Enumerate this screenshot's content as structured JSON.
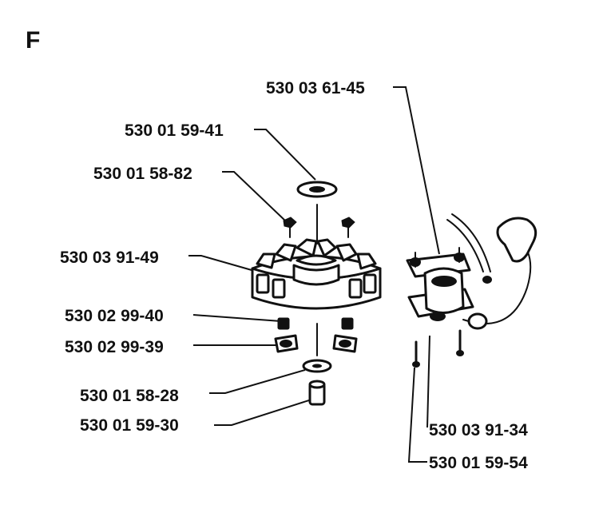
{
  "section_letter": "F",
  "part_numbers": {
    "p1": "530 03 61-45",
    "p2": "530 01 59-41",
    "p3": "530 01 58-82",
    "p4": "530 03 91-49",
    "p5": "530 02 99-40",
    "p6": "530 02 99-39",
    "p7": "530 01 58-28",
    "p8": "530 01 59-30",
    "p9": "530 03 91-34",
    "p10": "530 01 59-54"
  }
}
